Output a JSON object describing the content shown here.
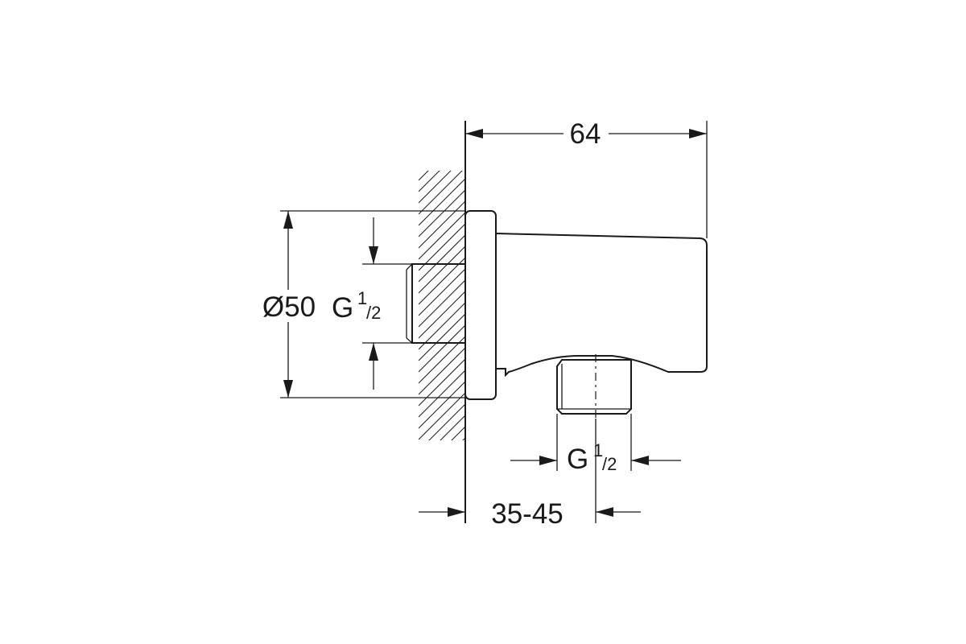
{
  "dimensions": {
    "width_64": "64",
    "diameter_50": "Ø50",
    "thread_wall": {
      "letter": "G",
      "numerator": "1",
      "slash_denominator": "/2"
    },
    "thread_outlet": {
      "letter": "G",
      "numerator": "1",
      "slash_denominator": "/2"
    },
    "offset_range": "35-45"
  }
}
